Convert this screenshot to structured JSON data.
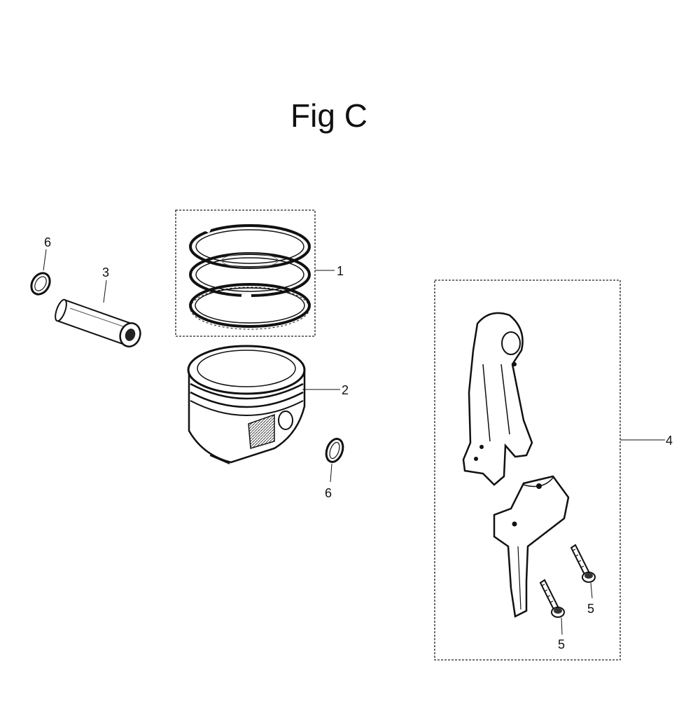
{
  "title": "Fig C",
  "callouts": {
    "ring_set": "1",
    "piston": "2",
    "piston_pin": "3",
    "connecting_rod_set": "4",
    "bolt_upper": "5",
    "bolt_lower": "5",
    "clip_left": "6",
    "clip_right": "6"
  }
}
